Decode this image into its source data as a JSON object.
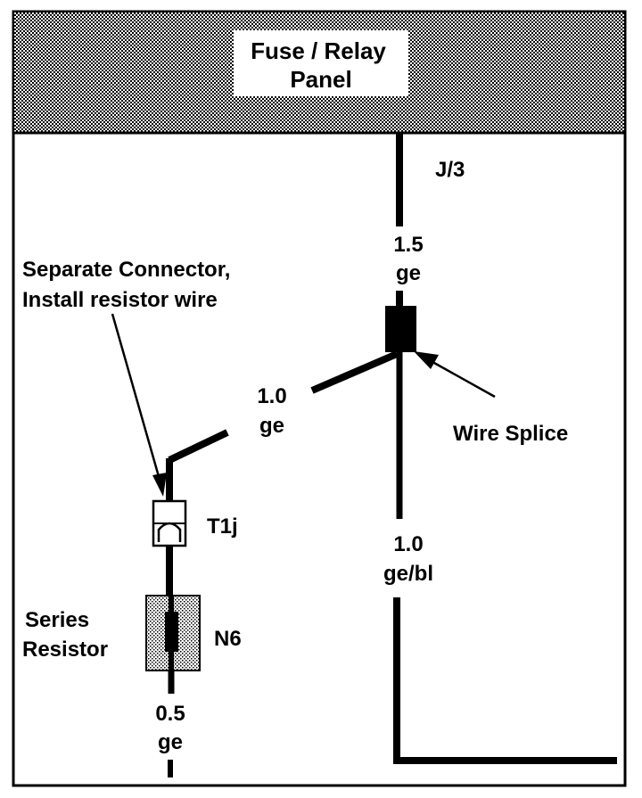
{
  "panel": {
    "title_line1": "Fuse / Relay",
    "title_line2": "Panel"
  },
  "wires": {
    "top_wire_id": "J/3",
    "top_gauge": "1.5",
    "top_color": "ge",
    "branch_gauge": "1.0",
    "branch_color": "ge",
    "lower_gauge": "1.0",
    "lower_color": "ge/bl",
    "bottom_gauge": "0.5",
    "bottom_color": "ge"
  },
  "labels": {
    "separate_connector_line1": "Separate Connector,",
    "separate_connector_line2": "Install resistor wire",
    "wire_splice": "Wire Splice",
    "connector_id": "T1j",
    "series_resistor_line1": "Series",
    "series_resistor_line2": "Resistor",
    "resistor_id": "N6"
  },
  "colors": {
    "ink": "#000000",
    "paper": "#ffffff",
    "panel_fill": "#b8b8b8"
  }
}
